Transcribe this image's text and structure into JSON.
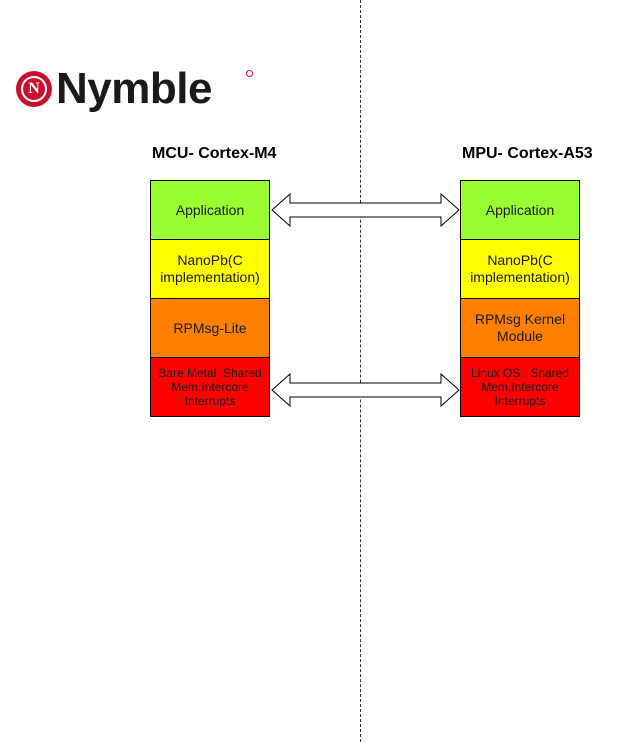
{
  "logo": {
    "text": "Nymble",
    "mark_letter": "N",
    "brand_color": "#c8102e"
  },
  "columns": {
    "mcu": {
      "title": "MCU- Cortex-M4",
      "blocks": [
        {
          "label": "Application",
          "color": "#99ff33"
        },
        {
          "label": "NanoPb(C implementation)",
          "color": "#ffff00"
        },
        {
          "label": "RPMsg-Lite",
          "color": "#ff8000"
        },
        {
          "label": "Bare Metal ,Shared Mem,Intercore Interrupts",
          "color": "#ff0000"
        }
      ]
    },
    "mpu": {
      "title": "MPU- Cortex-A53",
      "blocks": [
        {
          "label": "Application",
          "color": "#99ff33"
        },
        {
          "label": "NanoPb(C implementation)",
          "color": "#ffff00"
        },
        {
          "label": "RPMsg Kernel Module",
          "color": "#ff8000"
        },
        {
          "label": "Linux OS , Shared Mem,Intercore Interrupts",
          "color": "#ff0000"
        }
      ]
    }
  },
  "arrows": [
    {
      "from": "mcu.application",
      "to": "mpu.application",
      "direction": "bidirectional"
    },
    {
      "from": "mcu.os_layer",
      "to": "mpu.os_layer",
      "direction": "bidirectional"
    }
  ]
}
